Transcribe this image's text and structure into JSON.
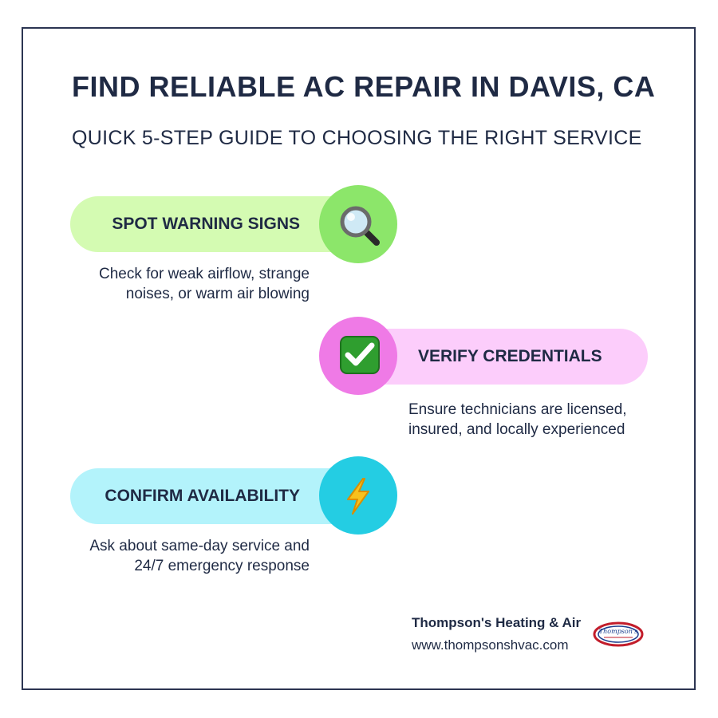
{
  "title": "FIND RELIABLE AC REPAIR IN DAVIS, CA",
  "subtitle": "QUICK 5-STEP GUIDE TO CHOOSING THE RIGHT SERVICE",
  "steps": [
    {
      "label": "SPOT WARNING SIGNS",
      "description": "Check for weak airflow, strange noises, or warm air blowing",
      "icon": "magnifying-glass-icon",
      "pill_color": "#d4fbb2",
      "circle_color": "#8ce66a"
    },
    {
      "label": "VERIFY CREDENTIALS",
      "description": "Ensure technicians are licensed, insured, and locally experienced",
      "icon": "check-mark-icon",
      "pill_color": "#fccdfb",
      "circle_color": "#ef7ae6"
    },
    {
      "label": "CONFIRM AVAILABILITY",
      "description": "Ask about same-day service and 24/7 emergency response",
      "icon": "lightning-icon",
      "pill_color": "#b3f3fb",
      "circle_color": "#24cde3"
    }
  ],
  "footer": {
    "company": "Thompson's Heating & Air",
    "url": "www.thompsonshvac.com",
    "logo_text": "Thompson's"
  }
}
